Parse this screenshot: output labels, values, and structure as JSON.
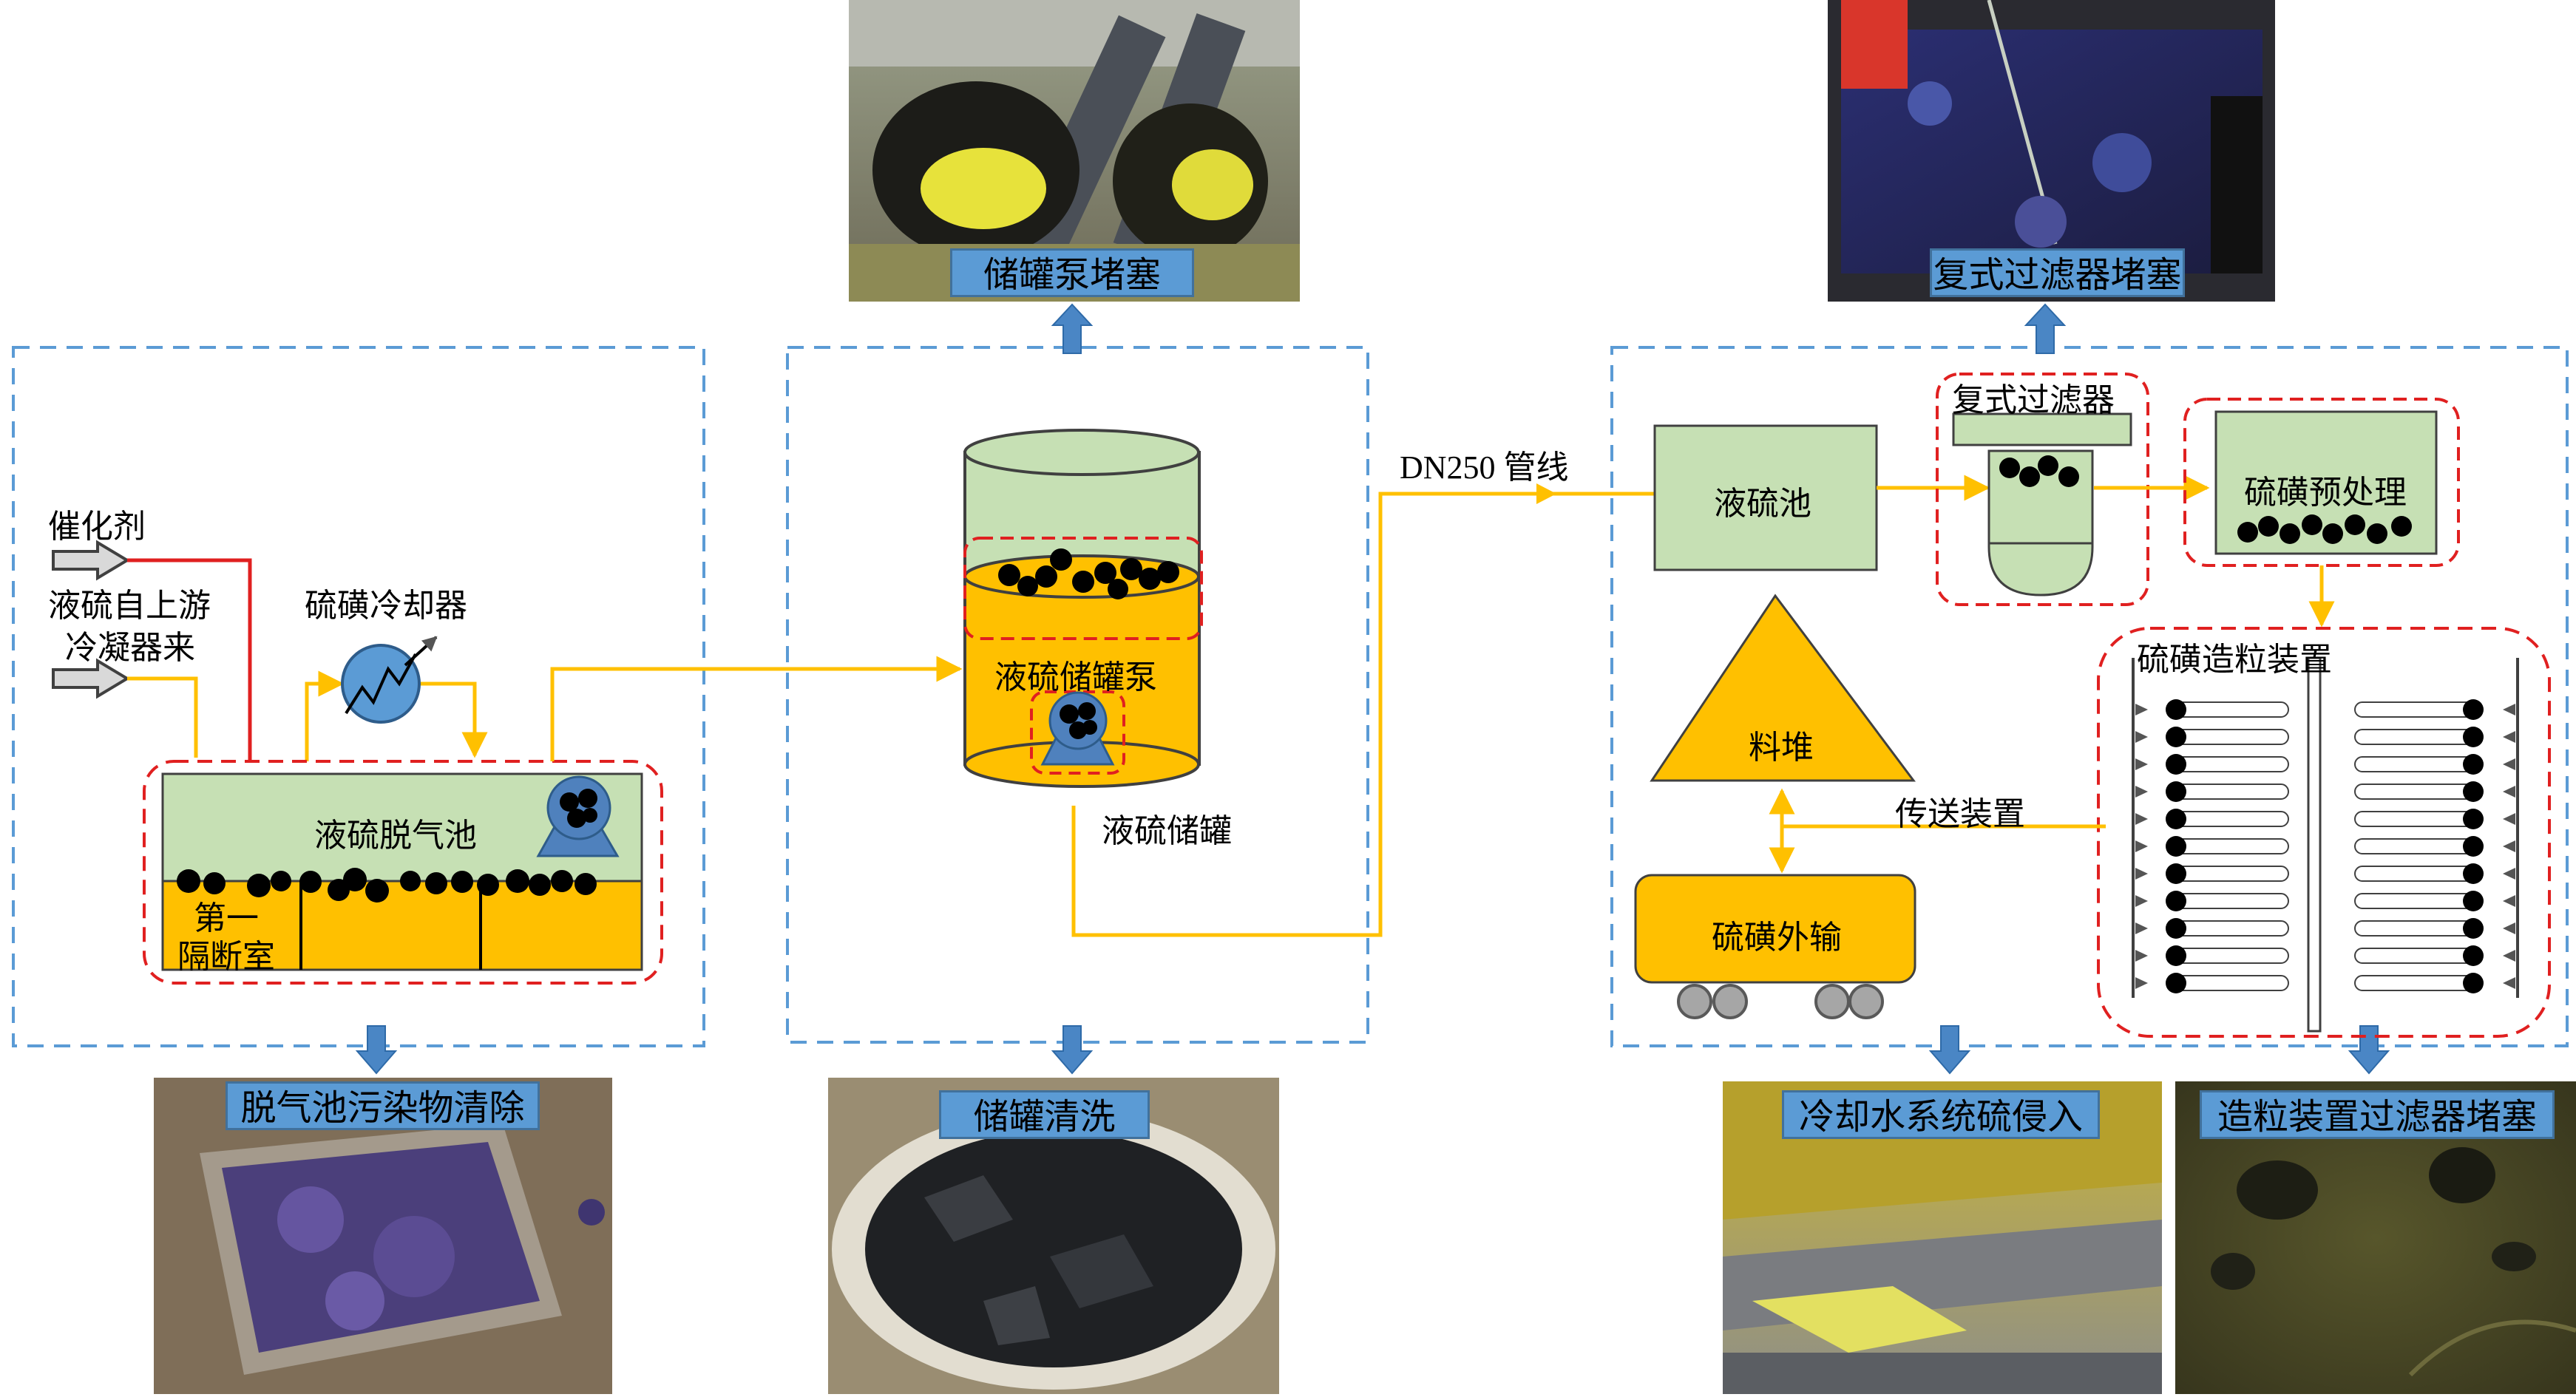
{
  "colors": {
    "dashed_blue": "#5b9bd5",
    "dashed_red": "#e02020",
    "green_fill": "#c6e0b4",
    "orange_fill": "#ffc000",
    "flow_line": "#ffc000",
    "catalyst_line": "#e02020",
    "blue_arrow": "#4a86c5",
    "pump_blue": "#4f81bd"
  },
  "photos": {
    "storage_pump": {
      "label": "储罐泵堵塞",
      "icon": "sulfur-clogged-pump-photo"
    },
    "duplex_filter": {
      "label": "复式过滤器堵塞",
      "icon": "clogged-filter-photo"
    },
    "degassing_cleanup": {
      "label": "脱气池污染物清除",
      "icon": "purple-residue-bin-photo"
    },
    "tank_cleaning": {
      "label": "储罐清洗",
      "icon": "black-sulfur-bag-photo"
    },
    "cooling_water": {
      "label": "冷却水系统硫侵入",
      "icon": "sulfur-in-cooling-water-photo"
    },
    "pelletizer_filter": {
      "label": "造粒装置过滤器堵塞",
      "icon": "pelletizer-filter-clog-photo"
    }
  },
  "left_unit": {
    "catalyst": "催化剂",
    "upstream_line1": "液硫自上游",
    "upstream_line2": "冷凝器来",
    "cooler": "硫磺冷却器",
    "degassing_pit": "液硫脱气池",
    "first_chamber_line1": "第一",
    "first_chamber_line2": "隔断室"
  },
  "middle_unit": {
    "pump": "液硫储罐泵",
    "tank": "液硫储罐",
    "pipeline": "DN250 管线"
  },
  "right_unit": {
    "sulfur_pit": "液硫池",
    "duplex_filter": "复式过滤器",
    "pretreatment": "硫磺预处理",
    "pelletizer": "硫磺造粒装置",
    "pile": "料堆",
    "conveyor": "传送装置",
    "export": "硫磺外输"
  }
}
